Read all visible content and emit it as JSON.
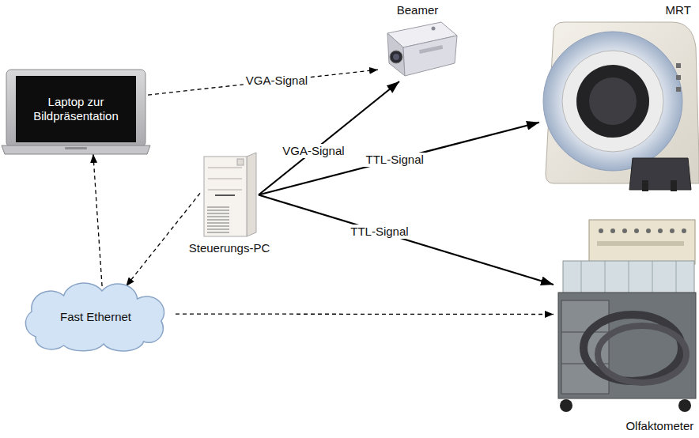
{
  "diagram": {
    "nodes": [
      {
        "text": [
          "Beamer"
        ]
      },
      {
        "text": [
          "MRT"
        ]
      },
      {
        "text": [
          "Laptop zur Bildpräsentation"
        ]
      },
      {
        "text": [
          "Steuerungs-PC"
        ]
      },
      {
        "text": [
          "Fast Ethernet"
        ]
      },
      {
        "text": [
          "Olfaktometer"
        ]
      }
    ],
    "edges": [
      {
        "from": 2,
        "to": 0,
        "label": "VGA-Signal",
        "arrow": "to"
      },
      {
        "from": 3,
        "to": 0,
        "label": "VGA-Signal",
        "arrow": "to"
      },
      {
        "from": 3,
        "to": 1,
        "label": "TTL-Signal",
        "arrow": "to"
      },
      {
        "from": 3,
        "to": 5,
        "label": "TTL-Signal",
        "arrow": "to"
      },
      {
        "from": 3,
        "to": 4,
        "arrow": "to"
      },
      {
        "from": 4,
        "to": 2,
        "arrow": "to"
      },
      {
        "from": 4,
        "to": 5,
        "arrow": "to"
      }
    ]
  }
}
